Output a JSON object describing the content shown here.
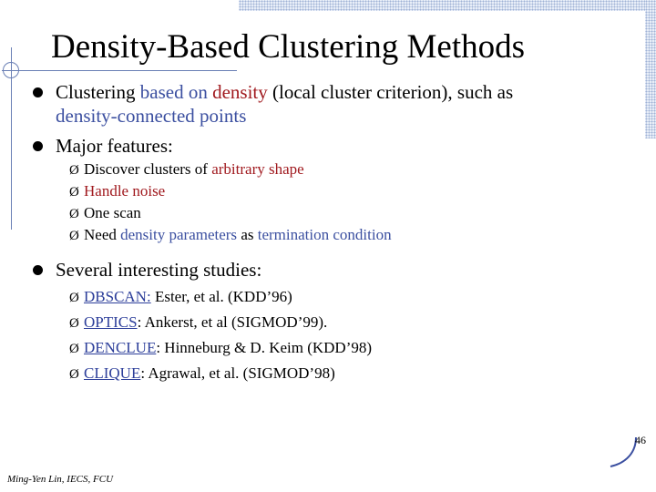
{
  "title": "Density-Based Clustering Methods",
  "bullets": {
    "b1": {
      "p1": "Clustering ",
      "p2": "based on ",
      "p3": "density",
      "p4": " (local cluster criterion), such as",
      "p5": "density-connected points"
    },
    "b2": "Major features:",
    "b3": "Several interesting studies:"
  },
  "features": {
    "f1": {
      "p1": "Discover clusters of ",
      "p2": "arbitrary shape"
    },
    "f2": "Handle noise",
    "f3": "One scan",
    "f4": {
      "p1": "Need ",
      "p2": "density parameters",
      "p3": " as ",
      "p4": "termination condition"
    }
  },
  "studies": {
    "s1": {
      "name": "DBSCAN:",
      "rest": " Ester, et al. (KDD’96)"
    },
    "s2": {
      "name": "OPTICS",
      "rest": ": Ankerst, et al (SIGMOD’99)."
    },
    "s3": {
      "name": "DENCLUE",
      "rest": ": Hinneburg & D. Keim  (KDD’98)"
    },
    "s4": {
      "name": "CLIQUE",
      "rest": ": Agrawal, et al. (SIGMOD’98)"
    }
  },
  "arrow_glyph": "Ø",
  "footer": "Ming-Yen Lin, IECS, FCU",
  "page_number": "46",
  "colors": {
    "accent_red": "#a0191e",
    "accent_blue": "#3b4fa0",
    "link": "#2c3e9a",
    "decoration": "#6a7fb5"
  }
}
